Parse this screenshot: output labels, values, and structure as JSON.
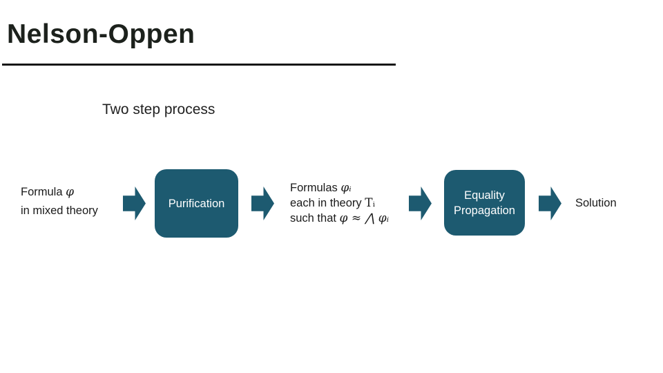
{
  "slide": {
    "title": "Nelson-Oppen",
    "subtitle": "Two step process",
    "accent_color": "#1d5a70",
    "title_color": "#1c211c"
  },
  "flow": {
    "input": {
      "line1_text": "Formula ",
      "line1_math": "φ",
      "line2": "in mixed theory"
    },
    "step1_label": "Purification",
    "intermediate": {
      "line1_text": "Formulas ",
      "line1_math": "φᵢ",
      "line2_text": "each in theory ",
      "line2_math": "Tᵢ",
      "line3_text": "such that ",
      "line3_math": "φ ≈ ⋀ φᵢ"
    },
    "step2_label": "Equality Propagation",
    "output_label": "Solution"
  }
}
